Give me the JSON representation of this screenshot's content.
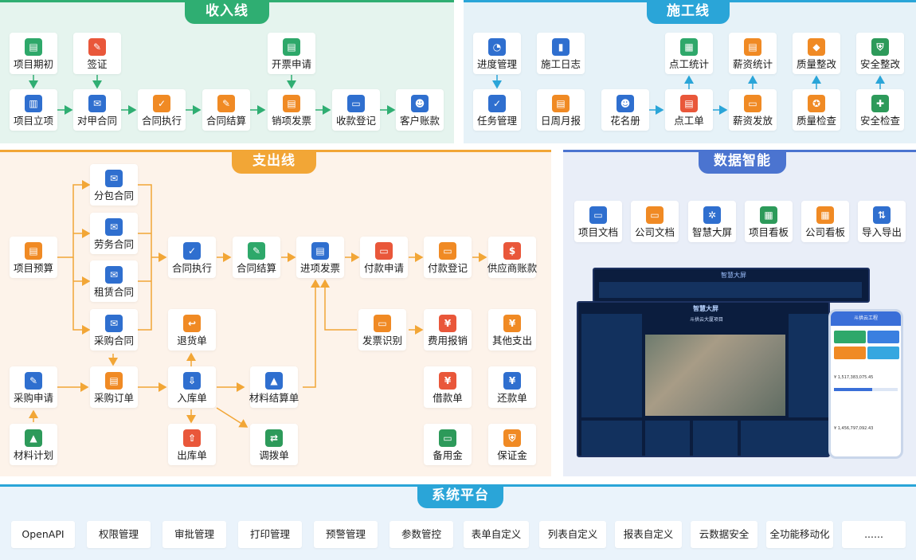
{
  "sections": {
    "income": "收入线",
    "construction": "施工线",
    "expense": "支出线",
    "data": "数据智能",
    "platform": "系统平台"
  },
  "income": {
    "project_period": "项目期初",
    "visa": "签证",
    "invoice_request": "开票申请",
    "project_setup": "项目立项",
    "owner_contract": "对甲合同",
    "contract_exec": "合同执行",
    "contract_settle": "合同结算",
    "sales_invoice": "销项发票",
    "receipt_reg": "收款登记",
    "customer_account": "客户账款"
  },
  "construction": {
    "progress_mgmt": "进度管理",
    "daily_log": "施工日志",
    "point_stats": "点工统计",
    "salary_stats": "薪资统计",
    "quality_fix": "质量整改",
    "safety_fix": "安全整改",
    "task_mgmt": "任务管理",
    "daily_report": "日周月报",
    "roster": "花名册",
    "point_order": "点工单",
    "salary_pay": "薪资发放",
    "quality_check": "质量检查",
    "safety_check": "安全检查"
  },
  "expense": {
    "sub_contract": "分包合同",
    "labor_contract": "劳务合同",
    "lease_contract": "租赁合同",
    "purchase_contract": "采购合同",
    "project_budget": "项目预算",
    "contract_exec": "合同执行",
    "contract_settle": "合同结算",
    "input_invoice": "进项发票",
    "payment_request": "付款申请",
    "payment_reg": "付款登记",
    "supplier_account": "供应商账款",
    "return_order": "退货单",
    "invoice_ocr": "发票识别",
    "expense_claim": "费用报销",
    "other_expense": "其他支出",
    "purchase_request": "采购申请",
    "purchase_order": "采购订单",
    "stock_in": "入库单",
    "material_settle": "材料结算单",
    "loan_order": "借款单",
    "repay_order": "还款单",
    "material_plan": "材料计划",
    "stock_out": "出库单",
    "transfer_order": "调拨单",
    "petty_cash": "备用金",
    "deposit": "保证金"
  },
  "data": {
    "project_docs": "项目文档",
    "company_docs": "公司文档",
    "smart_screen": "智慧大屏",
    "project_board": "项目看板",
    "company_board": "公司看板",
    "import_export": "导入导出",
    "screen_title": "智慧大屏",
    "screen_project": "斗拱云大厦项目",
    "phone_title": "斗拱云工程",
    "phone_amount_1": "¥ 1,517,383,075.45",
    "phone_amount_2": "¥ 1,456,797,092.43"
  },
  "platform": {
    "chips": [
      "OpenAPI",
      "权限管理",
      "审批管理",
      "打印管理",
      "预警管理",
      "参数管控",
      "表单自定义",
      "列表自定义",
      "报表自定义",
      "云数据安全",
      "全功能移动化",
      "......"
    ]
  }
}
